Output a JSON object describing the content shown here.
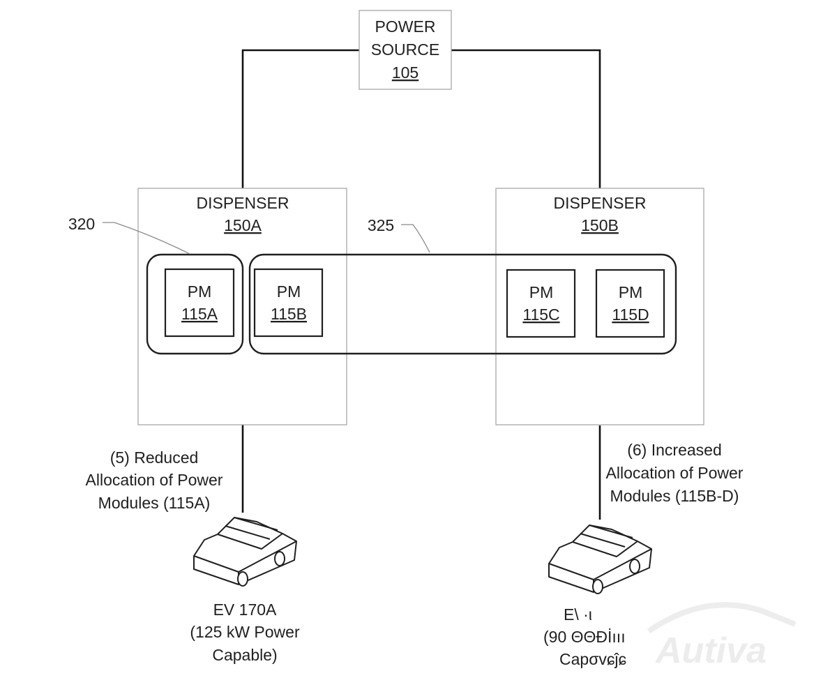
{
  "power_source": {
    "line1": "POWER",
    "line2": "SOURCE",
    "ref": "105"
  },
  "dispensers": [
    {
      "title": "DISPENSER",
      "ref": "150A"
    },
    {
      "title": "DISPENSER",
      "ref": "150B"
    }
  ],
  "power_modules": [
    {
      "title": "PM",
      "ref": "115A"
    },
    {
      "title": "PM",
      "ref": "115B"
    },
    {
      "title": "PM",
      "ref": "115C"
    },
    {
      "title": "PM",
      "ref": "115D"
    }
  ],
  "callouts": {
    "group_a": "320",
    "group_b": "325"
  },
  "allocations": {
    "left": {
      "line1": "(5) Reduced",
      "line2": "Allocation of Power",
      "line3": "Modules (115A)"
    },
    "right": {
      "line1": "(6) Increased",
      "line2": "Allocation of Power",
      "line3": "Modules (115B-D)"
    }
  },
  "vehicles": {
    "left": {
      "line1": "EV 170A",
      "line2": "(125 kW Power",
      "line3": "Capable)"
    },
    "right": {
      "line1": "E\\ ·ι",
      "line2": "(90 ΘΘÐİııı",
      "line3": "Capσvɕĵɕ"
    }
  },
  "watermark": "Autiva",
  "colors": {
    "line": "#111111",
    "box_border": "#a8a8a8",
    "text": "#1f1f1f",
    "watermark": "#ececec"
  }
}
